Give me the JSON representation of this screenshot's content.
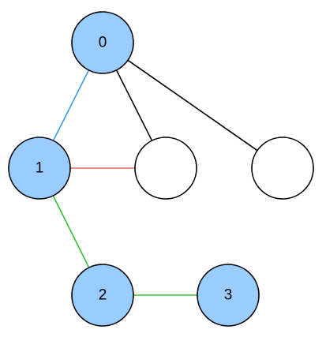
{
  "diagram": {
    "type": "graph",
    "nodes": [
      {
        "id": "n0",
        "label": "0",
        "fill": "#99ccff"
      },
      {
        "id": "n1",
        "label": "1",
        "fill": "#99ccff"
      },
      {
        "id": "n2",
        "label": "2",
        "fill": "#99ccff"
      },
      {
        "id": "n3",
        "label": "3",
        "fill": "#99ccff"
      },
      {
        "id": "n4",
        "label": "",
        "fill": "#ffffff"
      },
      {
        "id": "n5",
        "label": "",
        "fill": "#ffffff"
      }
    ],
    "edges": [
      {
        "from": "n0",
        "to": "n1",
        "color": "#3d9be9"
      },
      {
        "from": "n0",
        "to": "n4",
        "color": "#000000"
      },
      {
        "from": "n0",
        "to": "n5",
        "color": "#000000"
      },
      {
        "from": "n1",
        "to": "n4",
        "color": "#e06c5f"
      },
      {
        "from": "n1",
        "to": "n2",
        "color": "#33c233"
      },
      {
        "from": "n2",
        "to": "n3",
        "color": "#33c233"
      }
    ],
    "stroke_color": "#000000"
  }
}
